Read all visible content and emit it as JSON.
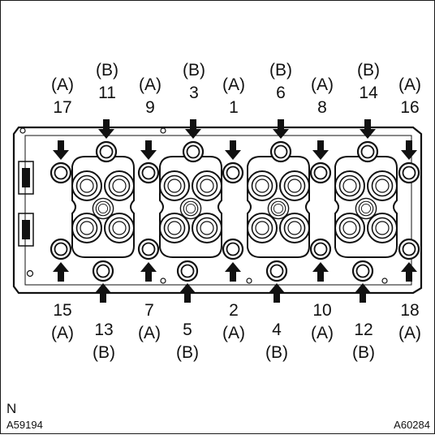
{
  "figure": {
    "letter": "N",
    "code_left": "A59194",
    "code_right": "A60284"
  },
  "top_labels": [
    {
      "group": "(A)",
      "num": "17"
    },
    {
      "group": "(B)",
      "num": "11"
    },
    {
      "group": "(A)",
      "num": "9"
    },
    {
      "group": "(B)",
      "num": "3"
    },
    {
      "group": "(A)",
      "num": "1"
    },
    {
      "group": "(B)",
      "num": "6"
    },
    {
      "group": "(A)",
      "num": "8"
    },
    {
      "group": "(B)",
      "num": "14"
    },
    {
      "group": "(A)",
      "num": "16"
    }
  ],
  "bottom_labels": [
    {
      "num": "15",
      "group": "(A)"
    },
    {
      "num": "13",
      "group": "(B)"
    },
    {
      "num": "7",
      "group": "(A)"
    },
    {
      "num": "5",
      "group": "(B)"
    },
    {
      "num": "2",
      "group": "(A)"
    },
    {
      "num": "4",
      "group": "(B)"
    },
    {
      "num": "10",
      "group": "(A)"
    },
    {
      "num": "12",
      "group": "(B)"
    },
    {
      "num": "18",
      "group": "(A)"
    }
  ]
}
